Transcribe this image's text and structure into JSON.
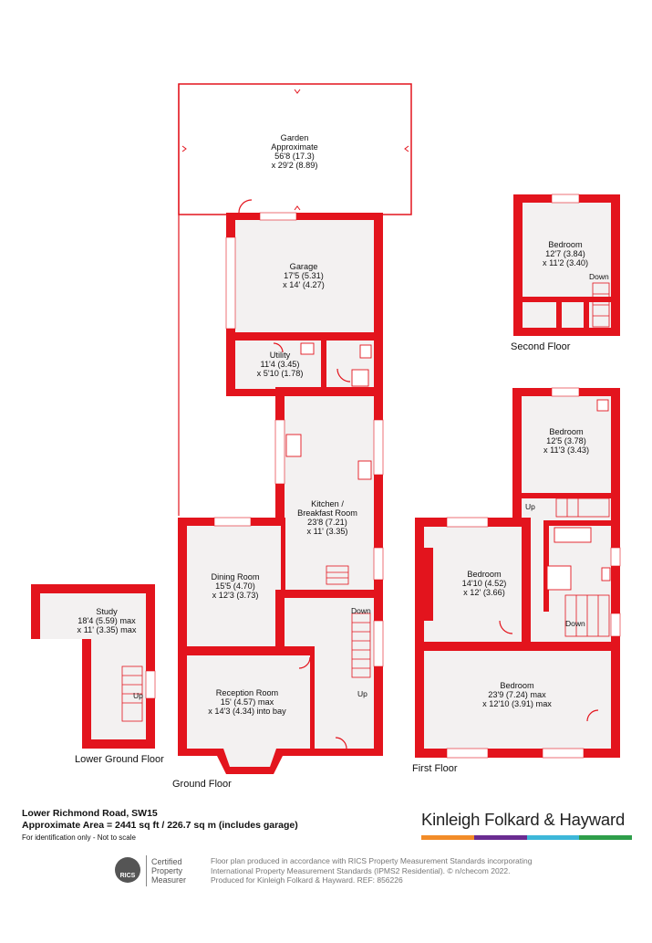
{
  "rooms": {
    "garden": {
      "name": "Garden",
      "line2": "Approximate",
      "dim1": "56'8 (17.3)",
      "dim2": "x 29'2 (8.89)"
    },
    "garage": {
      "name": "Garage",
      "dim1": "17'5 (5.31)",
      "dim2": "x 14' (4.27)"
    },
    "utility": {
      "name": "Utility",
      "dim1": "11'4 (3.45)",
      "dim2": "x 5'10 (1.78)"
    },
    "kitchen": {
      "name": "Kitchen /",
      "line2": "Breakfast Room",
      "dim1": "23'8 (7.21)",
      "dim2": "x 11' (3.35)"
    },
    "dining": {
      "name": "Dining Room",
      "dim1": "15'5 (4.70)",
      "dim2": "x 12'3 (3.73)"
    },
    "reception": {
      "name": "Reception Room",
      "dim1": "15' (4.57) max",
      "dim2": "x 14'3 (4.34) into bay"
    },
    "study": {
      "name": "Study",
      "dim1": "18'4 (5.59) max",
      "dim2": "x 11' (3.35) max"
    },
    "second_bedroom": {
      "name": "Bedroom",
      "dim1": "12'7 (3.84)",
      "dim2": "x 11'2 (3.40)"
    },
    "first_bedroom_top": {
      "name": "Bedroom",
      "dim1": "12'5 (3.78)",
      "dim2": "x 11'3 (3.43)"
    },
    "first_bedroom_mid": {
      "name": "Bedroom",
      "dim1": "14'10 (4.52)",
      "dim2": "x 12' (3.66)"
    },
    "first_bedroom_main": {
      "name": "Bedroom",
      "dim1": "23'9 (7.24) max",
      "dim2": "x 12'10 (3.91) max"
    }
  },
  "stairs": {
    "up": "Up",
    "down": "Down"
  },
  "floors": {
    "lower_ground": "Lower Ground Floor",
    "ground": "Ground Floor",
    "first": "First Floor",
    "second": "Second Floor"
  },
  "property": {
    "address": "Lower Richmond Road, SW15",
    "area": "Approximate Area = 2441 sq ft / 226.7 sq m (includes garage)",
    "note": "For identification only - Not to scale"
  },
  "brand": {
    "name": "Kinleigh Folkard & Hayward",
    "bar_colors": [
      "#f28c28",
      "#6a2c91",
      "#3db7d9",
      "#2e9e4a"
    ]
  },
  "rics": {
    "logo_text": "RICS",
    "line1": "Certified",
    "line2": "Property",
    "line3": "Measurer"
  },
  "disclaimer": {
    "line1": "Floor plan produced in accordance with RICS Property Measurement Standards incorporating",
    "line2": "International Property Measurement Standards (IPMS2 Residential). © n/checom 2022.",
    "line3": "Produced for Kinleigh Folkard & Hayward.   REF: 856226"
  },
  "colors": {
    "wall": "#e3141d",
    "floor": "#f3f1f1"
  }
}
